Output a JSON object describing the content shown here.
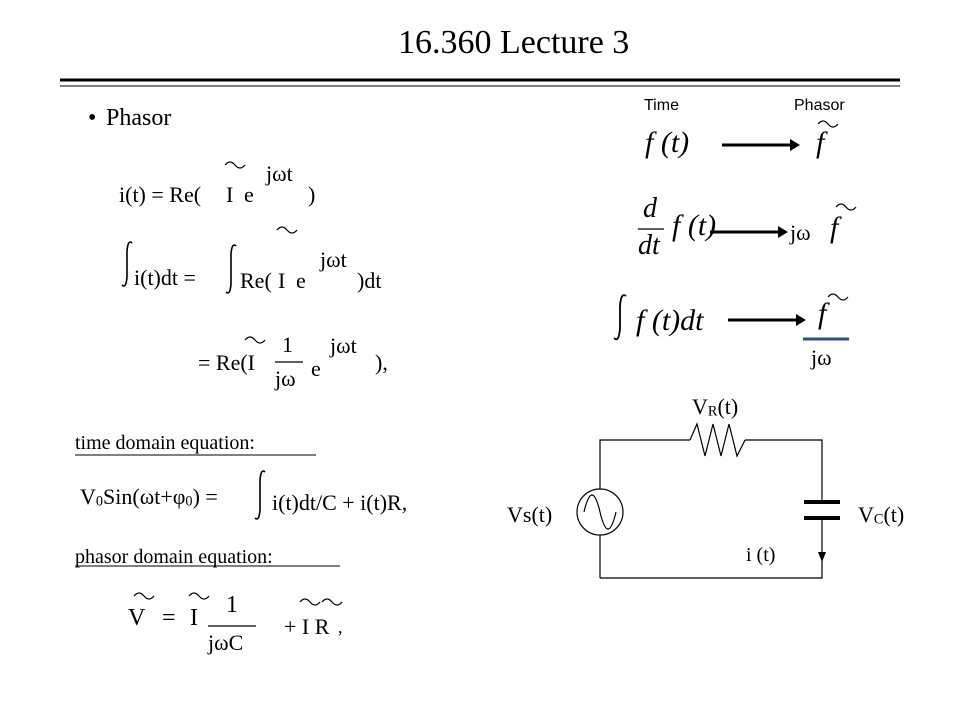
{
  "title": "16.360 Lecture 3",
  "bullet": "•",
  "heading": "Phasor",
  "eq1": {
    "lhs": "i(t) = Re(",
    "I": "I",
    "e": "e",
    "exp": "jωt",
    "close": ")"
  },
  "eq2": {
    "lhs": "i(t)dt =",
    "re": "Re(",
    "I": "I",
    "e": "e",
    "exp": "jωt",
    "close": ")dt"
  },
  "eq3": {
    "lhs": "= Re(I",
    "num": "1",
    "den": "jω",
    "e": "e",
    "exp": "jωt",
    "close": "),"
  },
  "time_domain": {
    "label": "time domain equation:",
    "lhs_v": "V",
    "lhs_sub0": "0",
    "lhs_sin": "Sin(ωt+φ",
    "lhs_sub1": "0",
    "lhs_end": ") =",
    "rhs": "i(t)dt/C + i(t)R,"
  },
  "phasor_domain": {
    "label": "phasor domain equation:",
    "V": "V",
    "eq": "=",
    "I": "I",
    "num": "1",
    "den": "jωC",
    "plus": "+ I R",
    "comma": ","
  },
  "table": {
    "col_time": "Time",
    "col_phasor": "Phasor",
    "r1_left": "f (t)",
    "r1_right": "f",
    "r2_num": "d",
    "r2_den": "dt",
    "r2_fn": "f (t)",
    "r2_right_j": "jω",
    "r2_right_f": "f",
    "r3_left": "f (t)dt",
    "r3_num": "f",
    "r3_den": "jω"
  },
  "circuit": {
    "vr_v": "V",
    "vr_sub": "R",
    "vr_t": "(t)",
    "vs": "Vs(t)",
    "vc_v": "V",
    "vc_sub": "C",
    "vc_t": "(t)",
    "current": "i (t)"
  }
}
